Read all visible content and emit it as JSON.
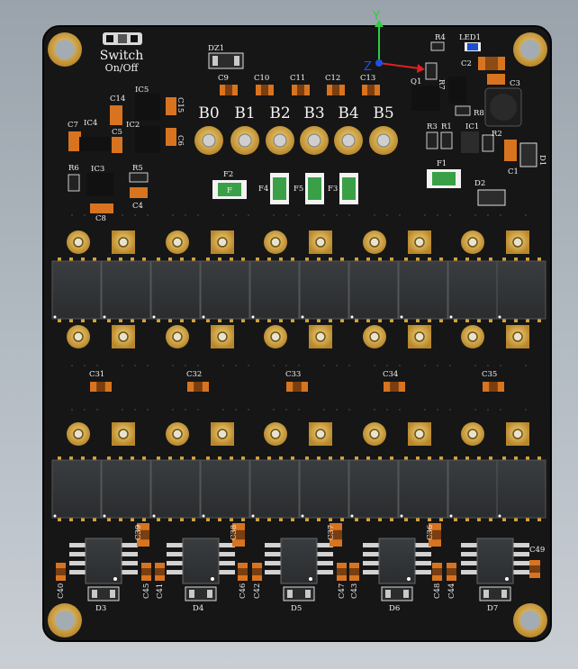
{
  "view": {
    "axis_y": "Y",
    "axis_z": "Z"
  },
  "board": {
    "switch_label": "Switch",
    "switch_sub": "On/Off",
    "balance_pads": [
      "B0",
      "B1",
      "B2",
      "B3",
      "B4",
      "B5"
    ],
    "labels": {
      "dz1": "DZ1",
      "c9": "C9",
      "c10": "C10",
      "c11": "C11",
      "c12": "C12",
      "c13": "C13",
      "r4": "R4",
      "led1": "LED1",
      "c2": "C2",
      "c3": "C3",
      "q1": "Q1",
      "r7": "R7",
      "r8": "R8",
      "r3": "R3",
      "r1": "R1",
      "ic1": "IC1",
      "r2": "R2",
      "c1": "C1",
      "d1": "D1",
      "d2": "D2",
      "f1": "F1",
      "f2": "F2",
      "f3": "F3",
      "f4": "F4",
      "f5": "F5",
      "c14": "C14",
      "ic5": "IC5",
      "c15": "C15",
      "c7": "C7",
      "ic4": "IC4",
      "ic2": "IC2",
      "c5": "C5",
      "c6": "C6",
      "r6": "R6",
      "ic3": "IC3",
      "r5": "R5",
      "c4": "C4",
      "c8": "C8",
      "c31": "C31",
      "c32": "C32",
      "c33": "C33",
      "c34": "C34",
      "c35": "C35",
      "c36": "C36",
      "c37": "C37",
      "c38": "C38",
      "c39": "C39",
      "c40": "C40",
      "c41": "C41",
      "c42": "C42",
      "c43": "C43",
      "c44": "C44",
      "c45": "C45",
      "c46": "C46",
      "c47": "C47",
      "c48": "C48",
      "c49": "C49",
      "d3": "D3",
      "d4": "D4",
      "d5": "D5",
      "d6": "D6",
      "d7": "D7",
      "fuse_mark": "F"
    }
  },
  "colors": {
    "board": "#161616",
    "gold": "#d2a23a",
    "silk": "#f2f2f2",
    "cap": "#d8741f",
    "fuse": "#3aa047",
    "axis_y": "#2ecc40",
    "axis_x": "#e02020",
    "axis_z": "#2050e0"
  }
}
